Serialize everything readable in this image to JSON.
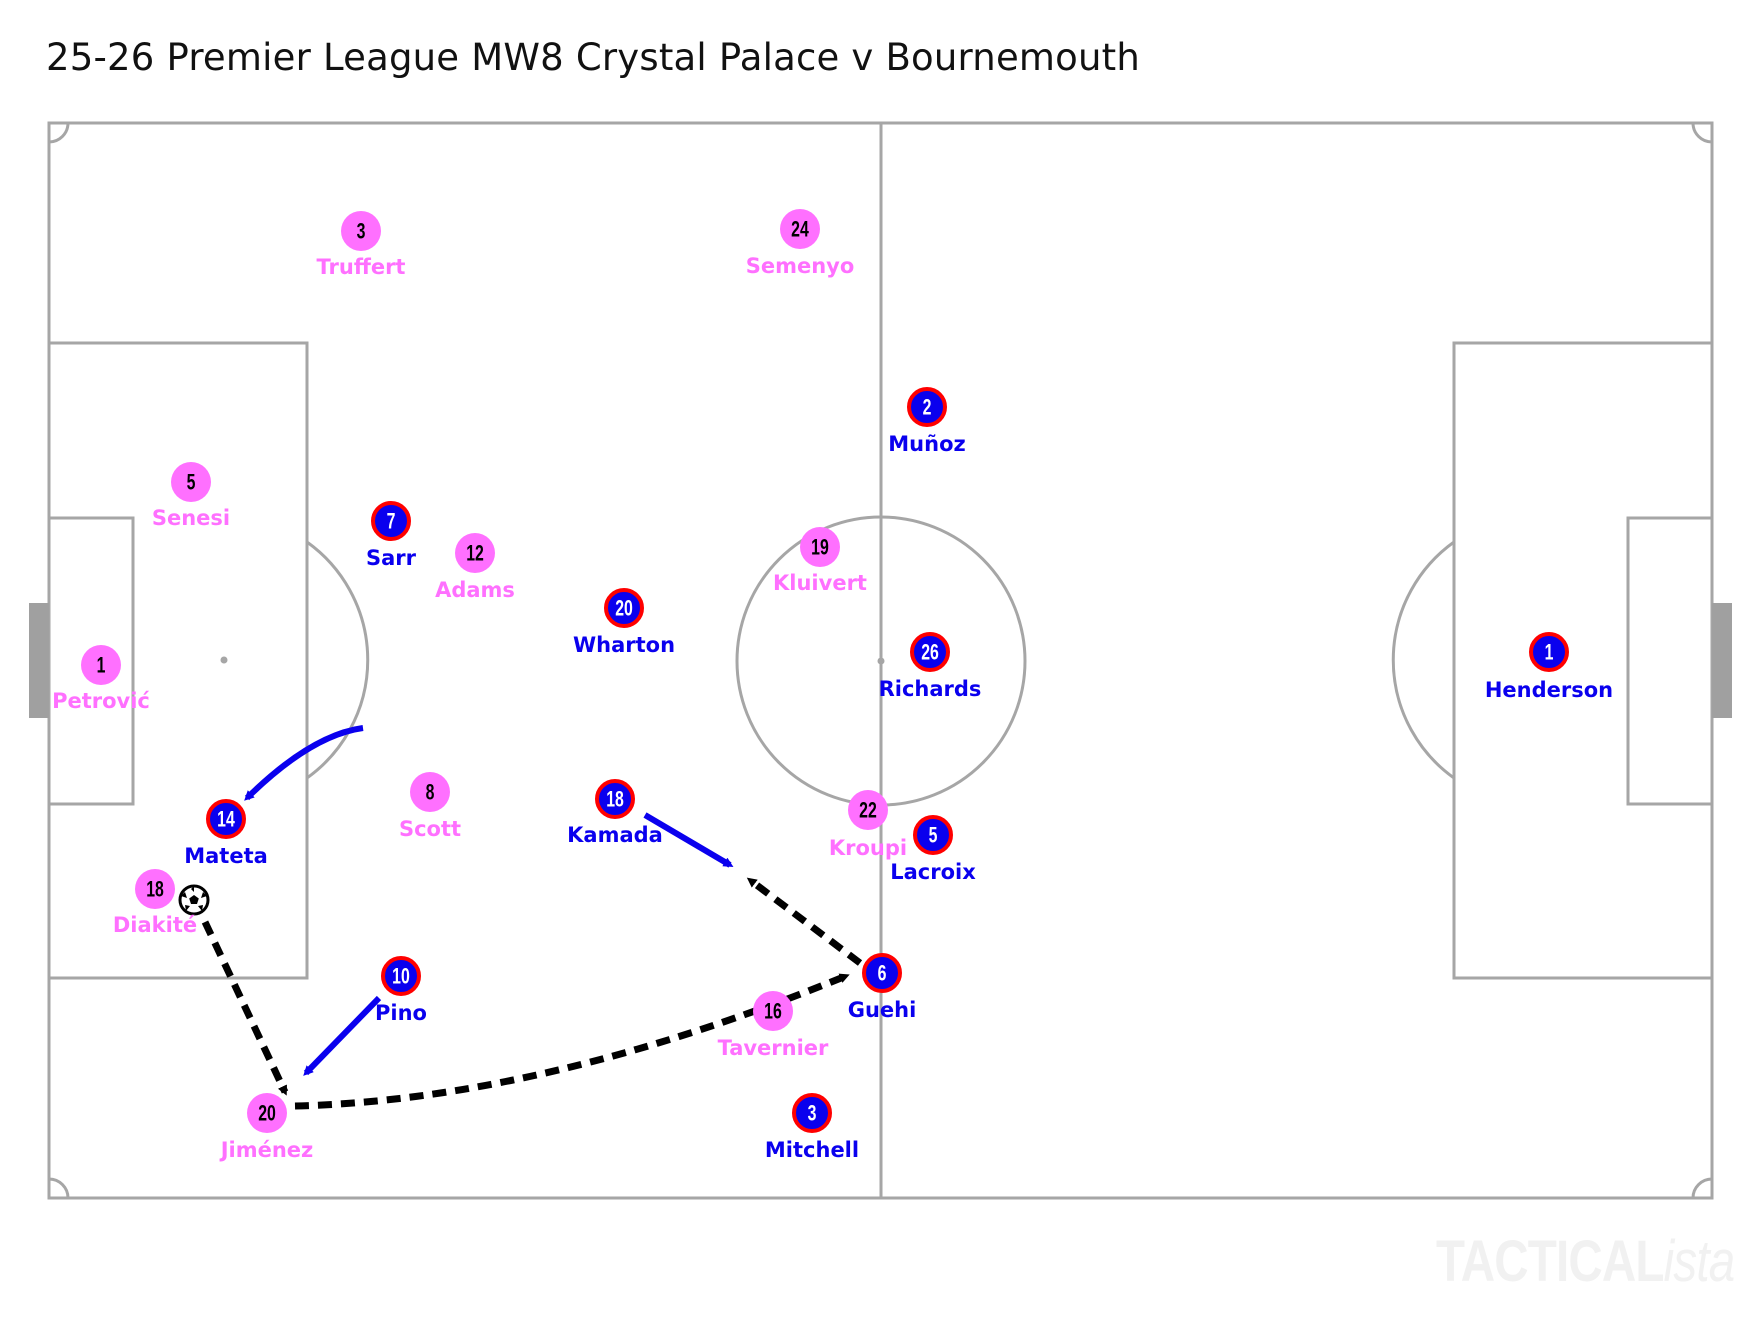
{
  "title": "25-26 Premier League MW8 Crystal Palace v Bournemouth",
  "watermark": {
    "main": "TACTICAL",
    "suffix": "ista"
  },
  "colors": {
    "home_fill": "#0a00ee",
    "home_ring": "#ff0000",
    "home_number": "#ffffff",
    "home_label": "#0a00ee",
    "away_fill": "#ff70ff",
    "away_number": "#000000",
    "away_label": "#ff70ff",
    "pitch_lines": "#a6a6a6",
    "run_arrow": "#0a00ee",
    "pass_arrow": "#000000"
  },
  "teams": {
    "home": "Crystal Palace",
    "away": "Bournemouth"
  },
  "players": [
    {
      "team": "away",
      "number": "3",
      "name": "Truffert"
    },
    {
      "team": "away",
      "number": "24",
      "name": "Semenyo"
    },
    {
      "team": "home",
      "number": "2",
      "name": "Muñoz"
    },
    {
      "team": "away",
      "number": "5",
      "name": "Senesi"
    },
    {
      "team": "home",
      "number": "7",
      "name": "Sarr"
    },
    {
      "team": "away",
      "number": "12",
      "name": "Adams"
    },
    {
      "team": "home",
      "number": "20",
      "name": "Wharton"
    },
    {
      "team": "away",
      "number": "19",
      "name": "Kluivert"
    },
    {
      "team": "home",
      "number": "26",
      "name": "Richards"
    },
    {
      "team": "away",
      "number": "1",
      "name": "Petrović"
    },
    {
      "team": "home",
      "number": "1",
      "name": "Henderson"
    },
    {
      "team": "home",
      "number": "14",
      "name": "Mateta"
    },
    {
      "team": "away",
      "number": "8",
      "name": "Scott"
    },
    {
      "team": "home",
      "number": "18",
      "name": "Kamada"
    },
    {
      "team": "away",
      "number": "22",
      "name": "Kroupi"
    },
    {
      "team": "home",
      "number": "5",
      "name": "Lacroix"
    },
    {
      "team": "away",
      "number": "18",
      "name": "Diakité"
    },
    {
      "team": "home",
      "number": "10",
      "name": "Pino"
    },
    {
      "team": "home",
      "number": "6",
      "name": "Guehi"
    },
    {
      "team": "away",
      "number": "16",
      "name": "Tavernier"
    },
    {
      "team": "away",
      "number": "20",
      "name": "Jiménez"
    },
    {
      "team": "home",
      "number": "3",
      "name": "Mitchell"
    }
  ],
  "ball": {
    "holder": "Diakité"
  },
  "movements": [
    {
      "type": "run",
      "style": "solid",
      "player": "Sarr",
      "toward": "Mateta area"
    },
    {
      "type": "run",
      "style": "solid",
      "player": "Kamada",
      "toward": "space behind Kroupi"
    },
    {
      "type": "run",
      "style": "solid",
      "player": "Pino",
      "toward": "Jiménez"
    },
    {
      "type": "pass",
      "style": "dashed",
      "from": "Diakité",
      "to": "Jiménez"
    },
    {
      "type": "pass",
      "style": "dashed",
      "from": "Jiménez",
      "to": "Guehi"
    },
    {
      "type": "pass",
      "style": "dashed",
      "from": "Guehi",
      "to": "space for Kamada"
    }
  ]
}
